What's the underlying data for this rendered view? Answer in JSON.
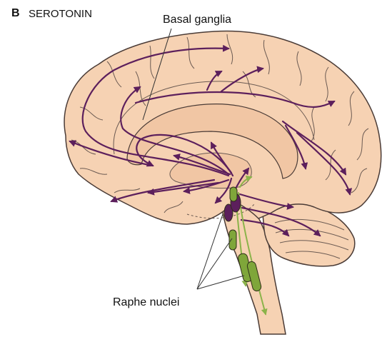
{
  "panel": {
    "letter": "B",
    "title": "SEROTONIN"
  },
  "labels": {
    "basal_ganglia": "Basal ganglia",
    "raphe_nuclei": "Raphe nuclei"
  },
  "colors": {
    "brain_fill": "#f6d2b3",
    "outline": "#4a3b36",
    "sulci": "#6b5a52",
    "pathway": "#5c1f5c",
    "nucleus_green": "#7fa63a",
    "green_arrow": "#8bb34a",
    "leader_line": "#333333"
  },
  "icons": [
    "arrowhead-icon"
  ]
}
